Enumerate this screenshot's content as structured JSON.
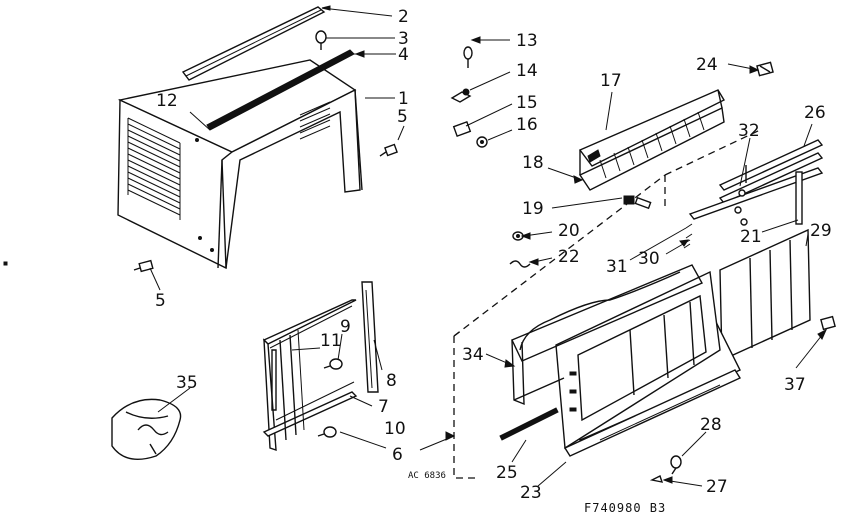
{
  "parts": [
    {
      "id": "p2",
      "label": "2"
    },
    {
      "id": "p3",
      "label": "3"
    },
    {
      "id": "p4",
      "label": "4"
    },
    {
      "id": "p1",
      "label": "1"
    },
    {
      "id": "p5a",
      "label": "5"
    },
    {
      "id": "p12",
      "label": "12"
    },
    {
      "id": "p5b",
      "label": "5"
    },
    {
      "id": "p13",
      "label": "13"
    },
    {
      "id": "p14",
      "label": "14"
    },
    {
      "id": "p15",
      "label": "15"
    },
    {
      "id": "p16",
      "label": "16"
    },
    {
      "id": "p17",
      "label": "17"
    },
    {
      "id": "p18",
      "label": "18"
    },
    {
      "id": "p19",
      "label": "19"
    },
    {
      "id": "p20",
      "label": "20"
    },
    {
      "id": "p22",
      "label": "22"
    },
    {
      "id": "p24",
      "label": "24"
    },
    {
      "id": "p26",
      "label": "26"
    },
    {
      "id": "p32",
      "label": "32"
    },
    {
      "id": "p21",
      "label": "21"
    },
    {
      "id": "p29",
      "label": "29"
    },
    {
      "id": "p31",
      "label": "31"
    },
    {
      "id": "p30",
      "label": "30"
    },
    {
      "id": "p11",
      "label": "11"
    },
    {
      "id": "p9",
      "label": "9"
    },
    {
      "id": "p8",
      "label": "8"
    },
    {
      "id": "p7",
      "label": "7"
    },
    {
      "id": "p10",
      "label": "10"
    },
    {
      "id": "p6",
      "label": "6"
    },
    {
      "id": "p35",
      "label": "35"
    },
    {
      "id": "p34",
      "label": "34"
    },
    {
      "id": "p37",
      "label": "37"
    },
    {
      "id": "p28",
      "label": "28"
    },
    {
      "id": "p27",
      "label": "27"
    },
    {
      "id": "p25",
      "label": "25"
    },
    {
      "id": "p23",
      "label": "23"
    }
  ],
  "codes": {
    "art_code": "AC 6836",
    "figure_ref": "F740980 B3"
  }
}
